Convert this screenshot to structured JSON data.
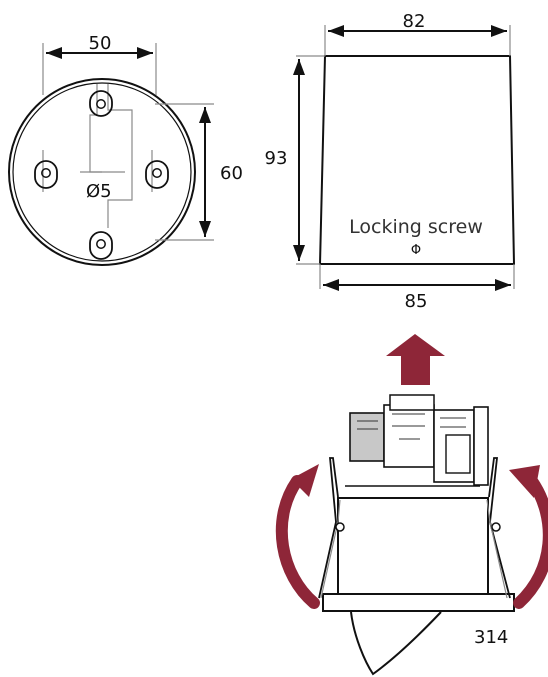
{
  "figure": {
    "base_plate": {
      "width_dim": "50",
      "height_dim": "60",
      "hole_dim": "Ø5"
    },
    "housing": {
      "top_dim": "82",
      "height_dim": "93",
      "bottom_dim": "85",
      "locking_label": "Locking screw",
      "screw_symbol": "Φ"
    },
    "install": {
      "part_number": "314"
    },
    "colors": {
      "line": "#111111",
      "light_line": "#8a8a8a",
      "accent": "#8e2638"
    }
  }
}
